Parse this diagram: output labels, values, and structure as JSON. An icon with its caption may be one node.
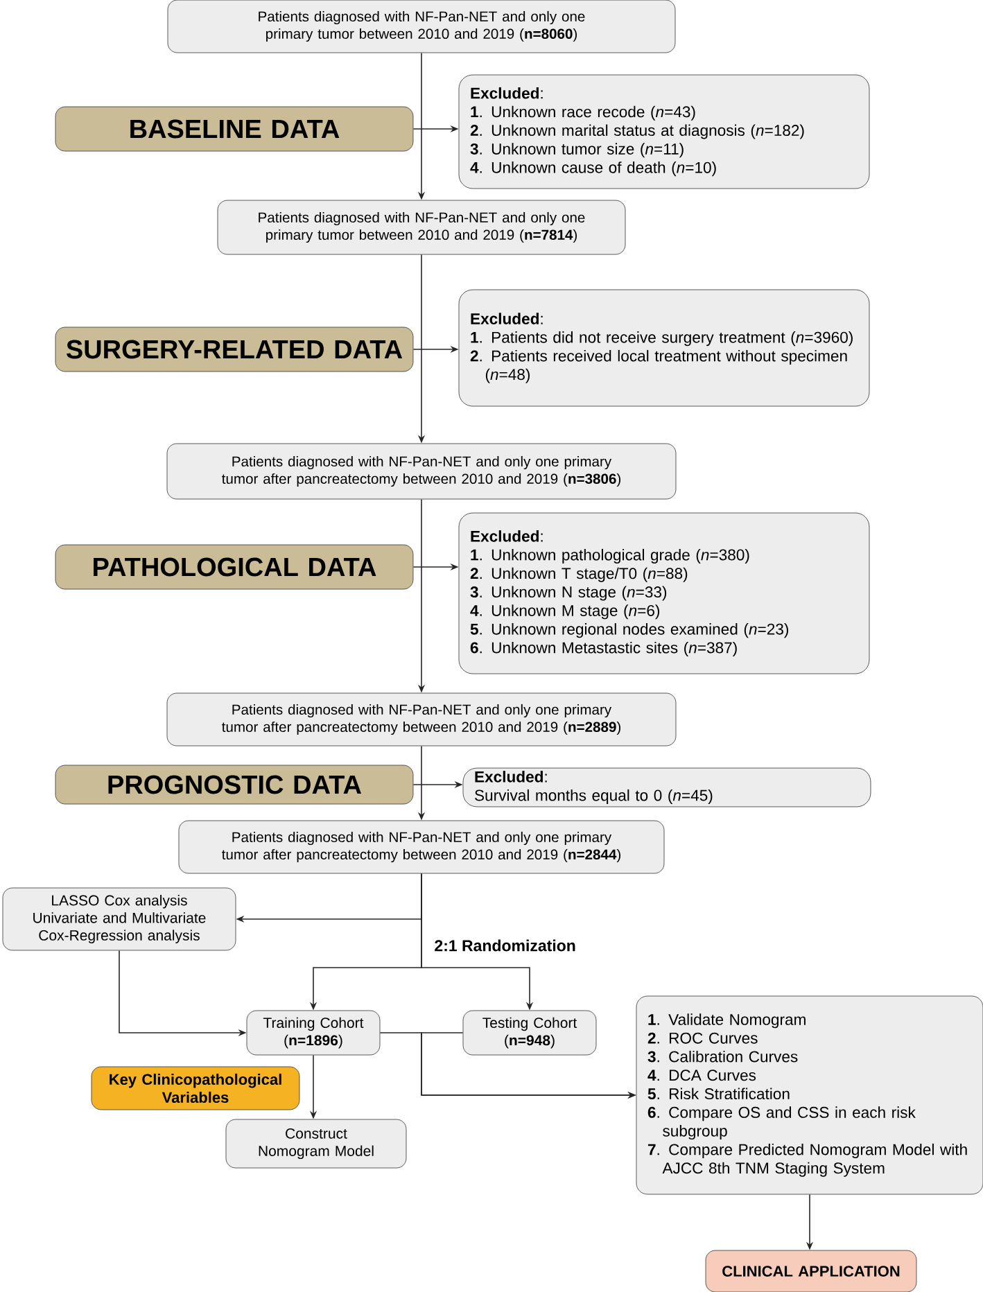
{
  "diagram": {
    "nodes": [
      {
        "text": [
          "Patients diagnosed with NF-Pan-NET and only one primary tumor between 2010 and 2019 (**n=8060**)"
        ]
      },
      {
        "text": [
          "BASELINE DATA"
        ]
      },
      {
        "text": [
          "**Excluded**:",
          "**1**. Unknown race recode (*n*=43)",
          "**2**. Unknown marital status at diagnosis (*n*=182)",
          "**3**. Unknown tumor size (*n*=11)",
          "**4**. Unknown cause of death (*n*=10)"
        ]
      },
      {
        "text": [
          "Patients diagnosed with NF-Pan-NET and only one primary tumor between 2010 and 2019 (**n=7814**)"
        ]
      },
      {
        "text": [
          "SURGERY-RELATED DATA"
        ]
      },
      {
        "text": [
          "**Excluded**:",
          "**1**. Patients did not receive surgery treatment (*n*=3960)",
          "**2**. Patients received local treatment without specimen (*n*=48)"
        ]
      },
      {
        "text": [
          "Patients diagnosed with NF-Pan-NET and only one primary tumor after pancreatectomy between 2010 and 2019 (**n=3806**)"
        ]
      },
      {
        "text": [
          "PATHOLOGICAL DATA"
        ]
      },
      {
        "text": [
          "**Excluded**:",
          "**1**. Unknown pathological grade (*n*=380)",
          "**2**. Unknown T stage/T0 (*n*=88)",
          "**3**. Unknown N stage (*n*=33)",
          "**4**. Unknown M stage (*n*=6)",
          "**5**. Unknown regional nodes examined (*n*=23)",
          "**6**. Unknown Metastastic sites (*n*=387)"
        ]
      },
      {
        "text": [
          "Patients diagnosed with NF-Pan-NET and only one primary tumor after pancreatectomy between 2010 and 2019 (**n=2889**)"
        ]
      },
      {
        "text": [
          "PROGNOSTIC DATA"
        ]
      },
      {
        "text": [
          "**Excluded**:",
          "Survival months equal to 0 (*n*=45)"
        ]
      },
      {
        "text": [
          "Patients diagnosed with NF-Pan-NET and only one primary tumor after pancreatectomy between 2010 and 2019 (**n=2844**)"
        ]
      },
      {
        "text": [
          "LASSO Cox analysis Univariate and Multivariate Cox-Regression analysis"
        ]
      },
      {
        "text": [
          "Training Cohort (**n=1896**)"
        ]
      },
      {
        "text": [
          "Testing Cohort (**n=948**)"
        ]
      },
      {
        "text": [
          "Key Clinicopathological Variables"
        ]
      },
      {
        "text": [
          "Construct Nomogram Model"
        ]
      },
      {
        "text": [
          "**1**. Validate Nomogram",
          "**2**. ROC Curves",
          "**3**. Calibration Curves",
          "**4**. DCA Curves",
          "**5**. Risk Stratification",
          "**6**. Compare OS and CSS in each risk subgroup",
          "**7**. Compare Predicted Nomogram Model with AJCC 8th TNM Staging System"
        ]
      },
      {
        "text": [
          "CLINICAL APPLICATION"
        ]
      }
    ],
    "edges": [
      {
        "from": 0,
        "to": 3,
        "arrow": "to"
      },
      {
        "from": 1,
        "to": 2,
        "arrow": "to"
      },
      {
        "from": 3,
        "to": 6,
        "arrow": "to"
      },
      {
        "from": 4,
        "to": 5,
        "arrow": "to"
      },
      {
        "from": 6,
        "to": 9,
        "arrow": "to"
      },
      {
        "from": 7,
        "to": 8,
        "arrow": "to"
      },
      {
        "from": 9,
        "to": 12,
        "arrow": "to"
      },
      {
        "from": 10,
        "to": 11,
        "arrow": "to"
      },
      {
        "from": 12,
        "to": 13,
        "arrow": "to"
      },
      {
        "from": 12,
        "to": 14,
        "arrow": "to"
      },
      {
        "from": 12,
        "to": 15,
        "arrow": "to"
      },
      {
        "from": 13,
        "to": 14,
        "arrow": "to"
      },
      {
        "from": 14,
        "to": 17,
        "arrow": "to"
      },
      {
        "from": 14,
        "to": 18,
        "arrow": "to"
      },
      {
        "from": 15,
        "to": 18,
        "arrow": "to"
      },
      {
        "from": 18,
        "to": 19,
        "arrow": "to"
      }
    ],
    "labels": [
      "2:1 Randomization"
    ]
  }
}
